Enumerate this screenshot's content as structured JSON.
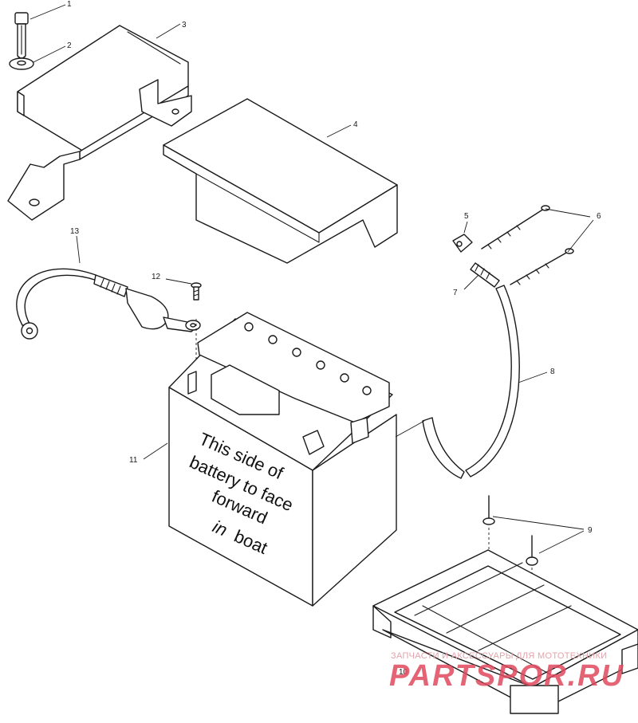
{
  "callouts": [
    "1",
    "2",
    "3",
    "4",
    "5",
    "6",
    "7",
    "8",
    "9",
    "10",
    "11",
    "12",
    "13"
  ],
  "battery_label": [
    "This side of",
    "battery to face",
    "forward",
    "in",
    "boat"
  ],
  "watermark": {
    "tagline": "ЗАПЧАСТИ И АКСЕССУАРЫ ДЛЯ МОТОТЕХНИКИ",
    "logo": "PARTSPOR.RU",
    "color": "#e04a5e"
  }
}
